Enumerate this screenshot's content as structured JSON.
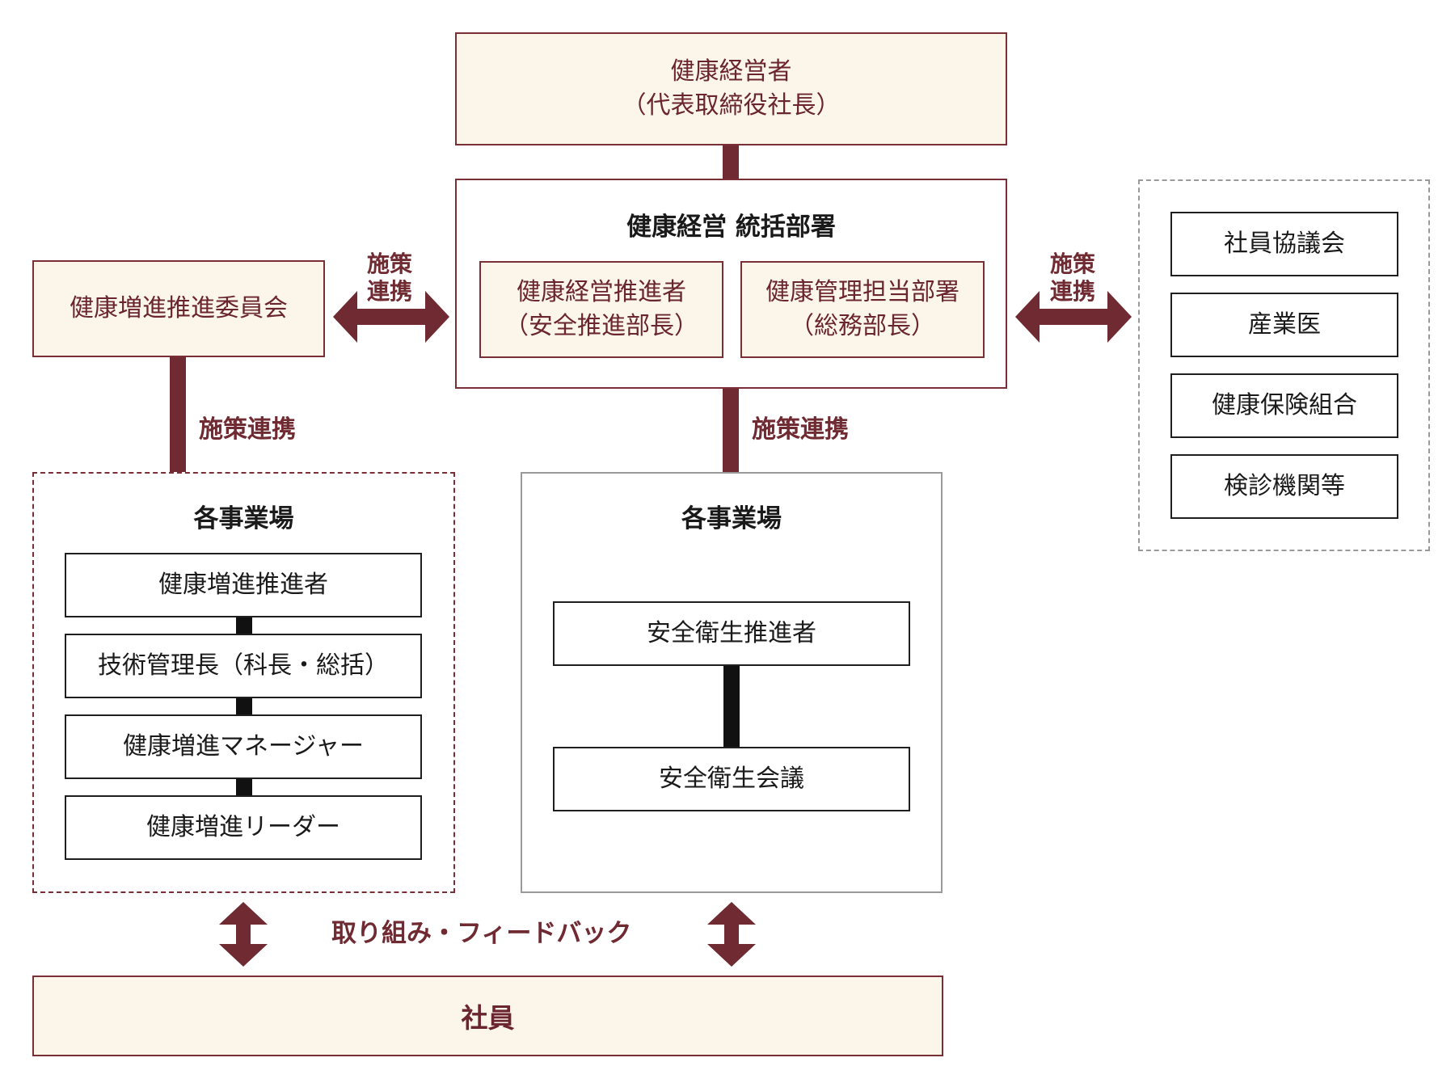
{
  "top": {
    "line1": "健康経営者",
    "line2": "（代表取締役社長）"
  },
  "hq": {
    "title": "健康経営 統括部署",
    "left": {
      "line1": "健康経営推進者",
      "line2": "（安全推進部長）"
    },
    "right": {
      "line1": "健康管理担当部署",
      "line2": "（総務部長）"
    }
  },
  "committee": {
    "label": "健康増進推進委員会"
  },
  "left_arrow_label": {
    "line1": "施策",
    "line2": "連携"
  },
  "right_arrow_label": {
    "line1": "施策",
    "line2": "連携"
  },
  "external": {
    "items": [
      "社員協議会",
      "産業医",
      "健康保険組合",
      "検診機関等"
    ]
  },
  "link_label_left": "施策連携",
  "link_label_center": "施策連携",
  "site_left": {
    "title": "各事業場",
    "items": [
      "健康増進推進者",
      "技術管理長（科長・総括）",
      "健康増進マネージャー",
      "健康増進リーダー"
    ]
  },
  "site_center": {
    "title": "各事業場",
    "items": [
      "安全衛生推進者",
      "安全衛生会議"
    ]
  },
  "feedback_label": "取り組み・フィードバック",
  "employees": {
    "label": "社員"
  },
  "colors": {
    "accent": "#6f2a32",
    "cream": "#fbf6e9",
    "border": "#7a2e35"
  }
}
